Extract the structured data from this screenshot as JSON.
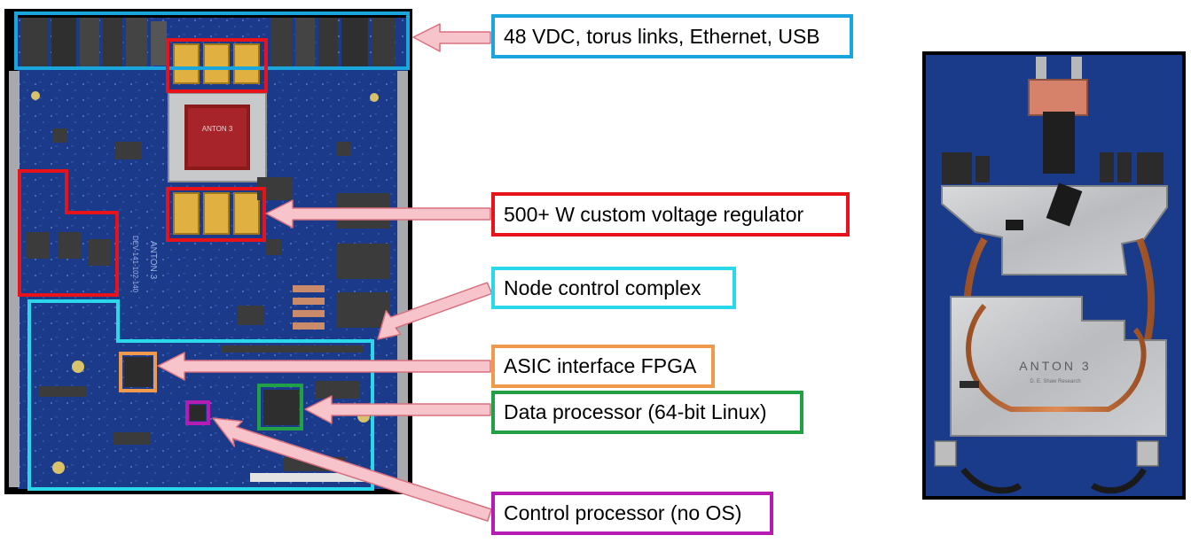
{
  "colors": {
    "blue": "#1aa6dc",
    "red": "#e8121a",
    "cyan": "#2ad8ea",
    "orange": "#ef9a4a",
    "green": "#22a046",
    "magenta": "#b41cb4",
    "arrow_fill": "#f7c4cc",
    "arrow_stroke": "#d8707e",
    "pcb": "#1b3a8a",
    "gold": "#e0b040",
    "heatsink": "#bfc0c2",
    "copper": "#c8703a"
  },
  "callouts": {
    "io": "48 VDC, torus links, Ethernet, USB",
    "vreg": "500+ W custom voltage regulator",
    "ncc": "Node control complex",
    "fpga": "ASIC interface FPGA",
    "dp": "Data processor (64-bit Linux)",
    "cp": "Control processor (no OS)"
  },
  "board": {
    "chip_brand": "ANTON 3",
    "side_label": "ANTON 3",
    "serial": "DEV-141-102-140"
  },
  "assembly": {
    "brand": "ANTON 3",
    "sublabel": "D. E. Shaw Research"
  }
}
